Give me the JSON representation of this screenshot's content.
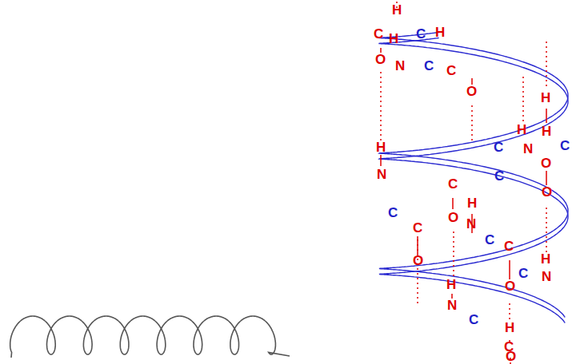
{
  "diagram": {
    "labels": [
      "H",
      "C",
      "H",
      "C",
      "H",
      "O",
      "N",
      "C",
      "C",
      "H",
      "H",
      "O",
      "H",
      "N",
      "C",
      "C",
      "O",
      "H",
      "N",
      "C",
      "O",
      "H",
      "C",
      "C",
      "N",
      "C",
      "O",
      "O",
      "H",
      "N",
      "C",
      "C",
      "H",
      "O",
      "C",
      "H",
      "N",
      "C",
      "C",
      "O"
    ]
  }
}
